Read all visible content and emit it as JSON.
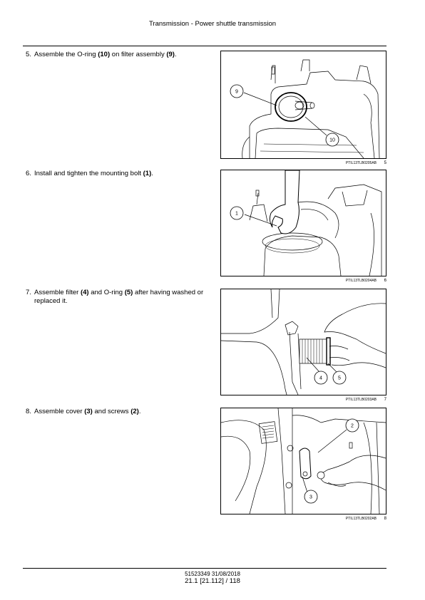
{
  "header": {
    "title": "Transmission - Power shuttle transmission"
  },
  "steps": [
    {
      "number": "5.",
      "parts": [
        "Assemble the O-ring ",
        "(10)",
        " on filter assembly ",
        "(9)",
        "."
      ],
      "figure": {
        "code": "PTIL13TLB0205AB",
        "number": "5",
        "callouts": [
          "9",
          "10"
        ]
      }
    },
    {
      "number": "6.",
      "parts": [
        "Install and tighten the mounting bolt ",
        "(1)",
        "."
      ],
      "figure": {
        "code": "PTIL13TLB0204AB",
        "number": "6",
        "callouts": [
          "1"
        ]
      }
    },
    {
      "number": "7.",
      "parts": [
        "Assemble filter ",
        "(4)",
        " and O-ring ",
        "(5)",
        " after having washed or replaced it."
      ],
      "figure": {
        "code": "PTIL13TLB0203AB",
        "number": "7",
        "callouts": [
          "4",
          "5"
        ]
      }
    },
    {
      "number": "8.",
      "parts": [
        "Assemble cover ",
        "(3)",
        " and screws ",
        "(2)",
        "."
      ],
      "figure": {
        "code": "PTIL13TLB0202AB",
        "number": "8",
        "callouts": [
          "2",
          "3"
        ]
      }
    }
  ],
  "footer": {
    "doc_ref": "51523349 31/08/2018",
    "page_ref": "21.1 [21.112] / 118"
  }
}
